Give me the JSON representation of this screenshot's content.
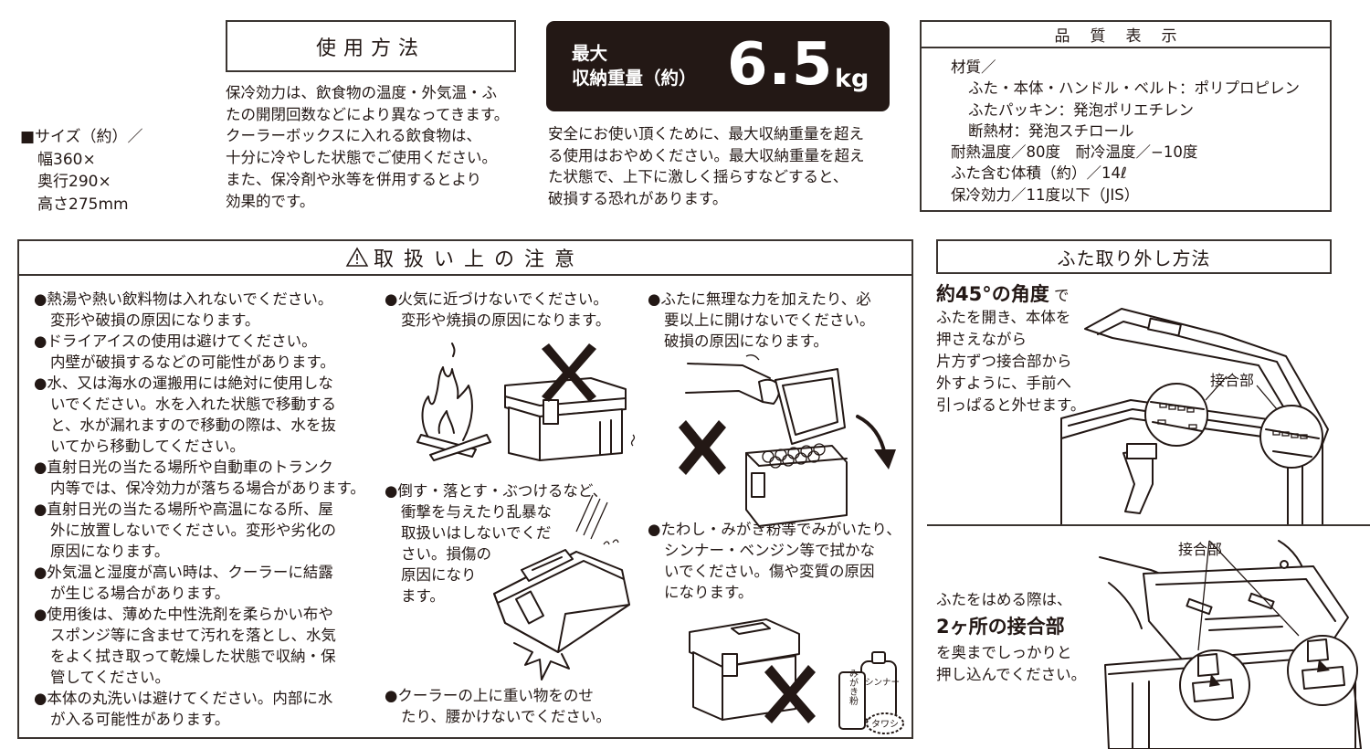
{
  "size": {
    "lines": [
      "■サイズ（約）／",
      "幅360×",
      "奥行290×",
      "高さ275mm"
    ]
  },
  "usage": {
    "title": "使用方法",
    "lines": [
      "保冷効力は、飲食物の温度・外気温・ふ",
      "たの開閉回数などにより異なってきます。",
      "クーラーボックスに入れる飲食物は、",
      "十分に冷やした状態でご使用ください。",
      "また、保冷剤や氷等を併用するとより",
      "効果的です。"
    ]
  },
  "max_weight": {
    "label_line1": "最大",
    "label_line2": "収納重量（約）",
    "value": "6.5",
    "unit": "kg",
    "background_color": "#231815",
    "lines": [
      "安全にお使い頂くために、最大収納重量を超え",
      "る使用はおやめください。最大収納重量を超え",
      "た状態で、上下に激しく揺らすなどすると、",
      "破損する恐れがあります。"
    ]
  },
  "quality": {
    "title": "品質表示",
    "lines": [
      {
        "text": "材質／",
        "indent": false
      },
      {
        "text": "ふた・本体・ハンドル・ベルト：ポリプロピレン",
        "indent": true
      },
      {
        "text": "ふたパッキン：発泡ポリエチレン",
        "indent": true
      },
      {
        "text": "断熱材：発泡スチロール",
        "indent": true
      },
      {
        "text": "耐熱温度／80度　耐冷温度／−10度",
        "indent": false
      },
      {
        "text": "ふた含む体積（約）／14ℓ",
        "indent": false
      },
      {
        "text": "保冷効力／11度以下（JIS）",
        "indent": false
      }
    ]
  },
  "caution": {
    "icon": "warning-triangle-icon",
    "title": "取扱い上の注意",
    "col1": [
      [
        "●熱湯や熱い飲料物は入れないでください。",
        "変形や破損の原因になります。"
      ],
      [
        "●ドライアイスの使用は避けてください。",
        "内壁が破損するなどの可能性があります。"
      ],
      [
        "●水、又は海水の運搬用には絶対に使用しな",
        "いでください。水を入れた状態で移動する",
        "と、水が漏れますので移動の際は、水を抜",
        "いてから移動してください。"
      ],
      [
        "●直射日光の当たる場所や自動車のトランク",
        "内等では、保冷効力が落ちる場合があります。"
      ],
      [
        "●直射日光の当たる場所や高温になる所、屋",
        "外に放置しないでください。変形や劣化の",
        "原因になります。"
      ],
      [
        "●外気温と湿度が高い時は、クーラーに結露",
        "が生じる場合があります。"
      ],
      [
        "●使用後は、薄めた中性洗剤を柔らかい布や",
        "スポンジ等に含ませて汚れを落とし、水気",
        "をよく拭き取って乾燥した状態で収納・保",
        "管してください。"
      ],
      [
        "●本体の丸洗いは避けてください。内部に水",
        "が入る可能性があります。"
      ]
    ],
    "col2": [
      [
        "●火気に近づけないでください。",
        "変形や焼損の原因になります。"
      ],
      [
        "●倒す・落とす・ぶつけるなど、",
        "衝撃を与えたり乱暴な",
        "取扱いはしないでくだ",
        "さい。損傷の",
        "原因になり",
        "ます。"
      ],
      [
        "●クーラーの上に重い物をのせ",
        "たり、腰かけないでください。"
      ]
    ],
    "col3": [
      [
        "●ふたに無理な力を加えたり、必",
        "要以上に開けないでください。",
        "破損の原因になります。"
      ],
      [
        "●たわし・みがき粉等でみがいたり、",
        "シンナー・ベンジン等で拭かな",
        "いでください。傷や変質の原因",
        "になります。"
      ]
    ],
    "illustration_labels": {
      "powder_can": "みがき粉",
      "thinner_bottle": "シンナー",
      "scrub_brush": "タワシ"
    }
  },
  "lid_removal": {
    "title": "ふた取り外し方法",
    "step1_bold": "約45°の角度",
    "step1_after_bold": "で",
    "step1_lines": [
      "ふたを開き、本体を",
      "押さえながら",
      "片方ずつ接合部から",
      "外すように、手前へ",
      "引っぱると外せます。"
    ],
    "callout_joint_1": "接合部",
    "step2_line1": "ふたをはめる際は、",
    "step2_bold": "2ヶ所の接合部",
    "step2_lines": [
      "を奥までしっかりと",
      "押し込んでください。"
    ],
    "callout_joint_2": "接合部"
  }
}
